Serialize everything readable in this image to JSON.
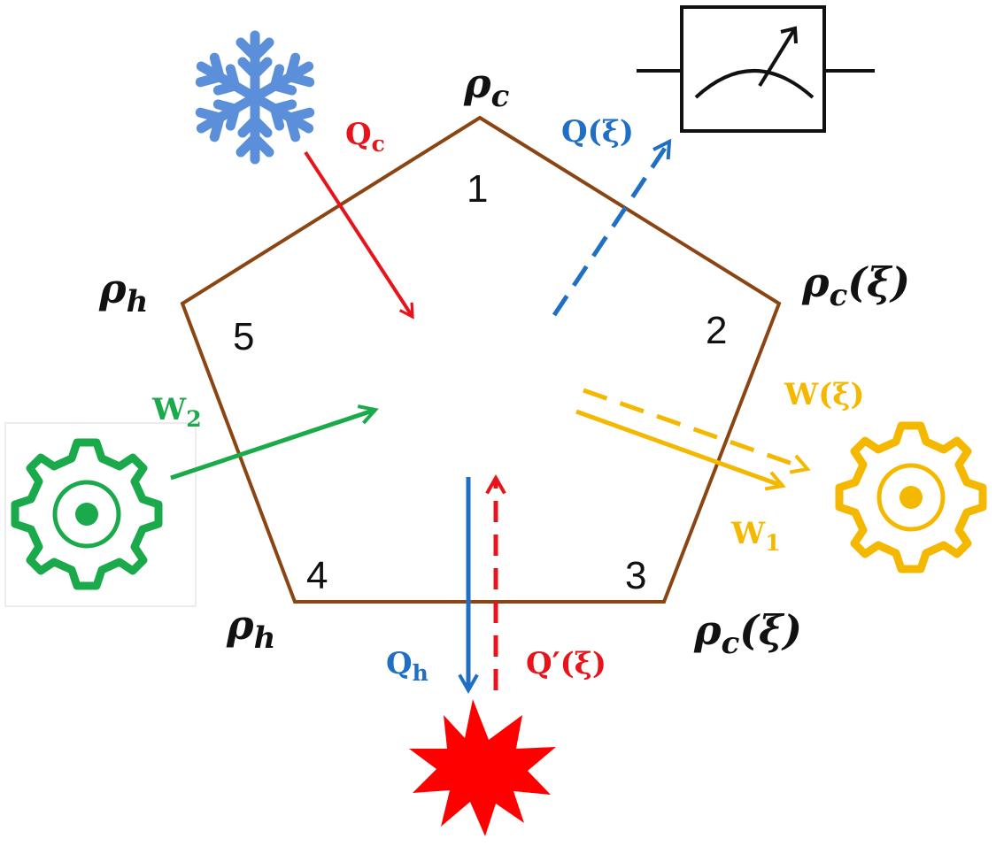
{
  "states": {
    "s1": {
      "base": "ρ",
      "sub": "c",
      "arg": ""
    },
    "s2": {
      "base": "ρ",
      "sub": "c",
      "arg": "(ξ)"
    },
    "s3": {
      "base": "ρ",
      "sub": "c",
      "arg": "(ξ)"
    },
    "s4": {
      "base": "ρ",
      "sub": "h",
      "arg": ""
    },
    "s5": {
      "base": "ρ",
      "sub": "h",
      "arg": ""
    }
  },
  "vertex_numbers": {
    "v1": "1",
    "v2": "2",
    "v3": "3",
    "v4": "4",
    "v5": "5"
  },
  "flows": {
    "qc": {
      "base": "Q",
      "sub": "c",
      "arg": ""
    },
    "qxi": {
      "base": "Q",
      "sub": "",
      "arg": "(ξ)"
    },
    "w2": {
      "base": "W",
      "sub": "2",
      "arg": ""
    },
    "wxi": {
      "base": "W",
      "sub": "",
      "arg": "(ξ)"
    },
    "w1": {
      "base": "W",
      "sub": "1",
      "arg": ""
    },
    "qh": {
      "base": "Q",
      "sub": "h",
      "arg": ""
    },
    "qpxi": {
      "base": "Q′",
      "sub": "",
      "arg": "(ξ)"
    }
  },
  "icons": {
    "cold": "snowflake-icon",
    "hot": "starburst-icon",
    "meter": "measurement-meter-icon",
    "gear_in": "gear-icon",
    "gear_out": "gear-icon"
  },
  "colors": {
    "cycle": "#8B4513",
    "cold_bath": "#5B8FD9",
    "hot_bath": "#FF0000",
    "heat_cold": "#E8141B",
    "measure": "#1F6FC5",
    "work_in": "#1AAA4B",
    "work_out": "#F5B800",
    "heat_hot": "#1F6FC5",
    "text": "#111111"
  }
}
